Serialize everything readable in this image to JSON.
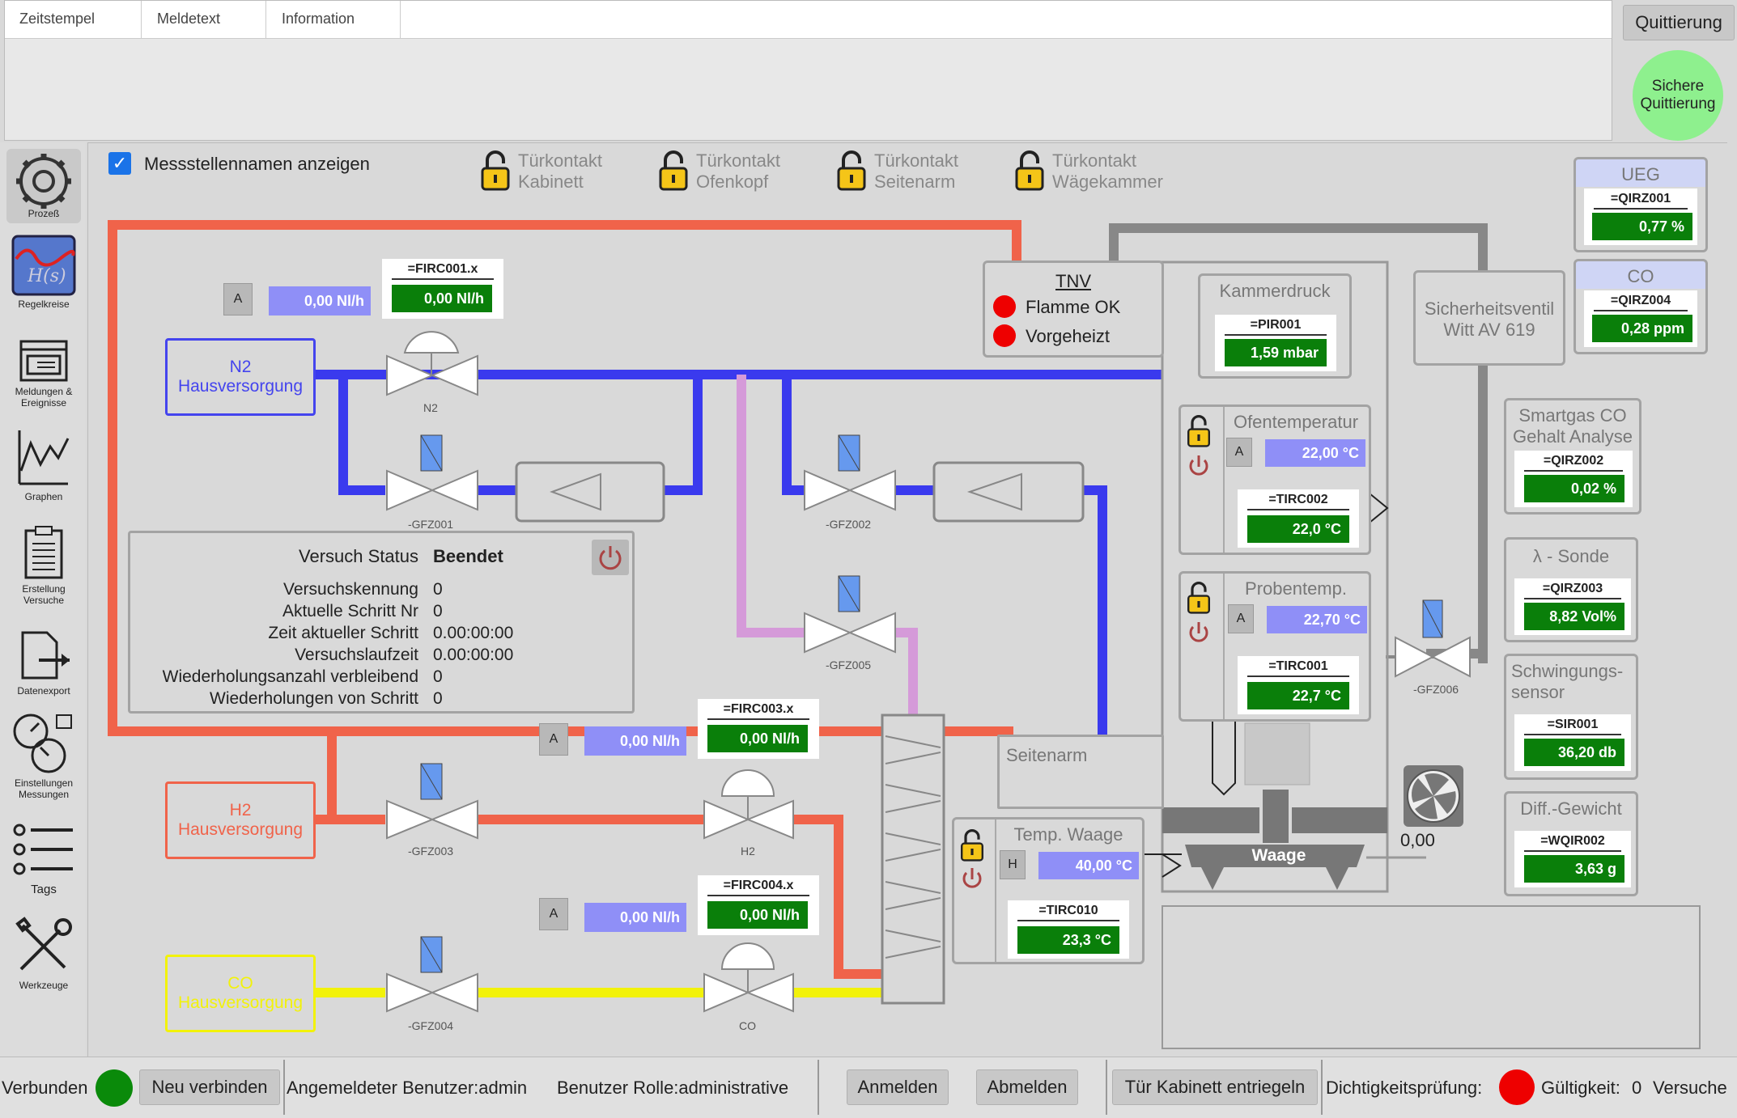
{
  "alarm_table": {
    "columns": [
      "Zeitstempel",
      "Meldetext",
      "Information"
    ]
  },
  "quittierung": {
    "label": "Quittierung",
    "safe_label_1": "Sichere",
    "safe_label_2": "Quittierung"
  },
  "sidebar": {
    "items": [
      {
        "label": "Prozeß"
      },
      {
        "label": "Regelkreise"
      },
      {
        "label": "Meldungen & Ereignisse"
      },
      {
        "label": "Graphen"
      },
      {
        "label": "Erstellung Versuche"
      },
      {
        "label": "Datenexport"
      },
      {
        "label": "Einstellungen Messungen"
      },
      {
        "label": "Tags"
      },
      {
        "label": "Werkzeuge"
      }
    ]
  },
  "show_names": {
    "label": "Messstellennamen anzeigen",
    "checked": true
  },
  "doors": [
    {
      "l1": "Türkontakt",
      "l2": "Kabinett"
    },
    {
      "l1": "Türkontakt",
      "l2": "Ofenkopf"
    },
    {
      "l1": "Türkontakt",
      "l2": "Seitenarm"
    },
    {
      "l1": "Türkontakt",
      "l2": "Wägekammer"
    }
  ],
  "supplies": {
    "n2_1": "N2",
    "n2_2": "Hausversorgung",
    "h2_1": "H2",
    "h2_2": "Hausversorgung",
    "co_1": "CO",
    "co_2": "Hausversorgung"
  },
  "flows": {
    "n2": {
      "mode": "A",
      "setpoint": "0,00  Nl/h",
      "tag": "=FIRC001.x",
      "value": "0,00  Nl/h",
      "valve": "N2"
    },
    "h2": {
      "mode": "A",
      "setpoint": "0,00  Nl/h",
      "tag": "=FIRC003.x",
      "value": "0,00  Nl/h",
      "valve": "H2"
    },
    "co": {
      "mode": "A",
      "setpoint": "0,00  Nl/h",
      "tag": "=FIRC004.x",
      "value": "0,00  Nl/h",
      "valve": "CO"
    }
  },
  "valves": {
    "gfz001": "-GFZ001",
    "gfz002": "-GFZ002",
    "gfz003": "-GFZ003",
    "gfz004": "-GFZ004",
    "gfz005": "-GFZ005",
    "gfz006": "-GFZ006"
  },
  "tnv": {
    "title": "TNV",
    "flame": "Flamme OK",
    "preheated": "Vorgeheizt"
  },
  "kammerdruck": {
    "title": "Kammerdruck",
    "tag": "=PIR001",
    "value": "1,59  mbar"
  },
  "sicherheitsventil": {
    "l1": "Sicherheitsventil",
    "l2": "Witt AV 619"
  },
  "ofentemp": {
    "title": "Ofentemperatur",
    "mode": "A",
    "setpoint": "22,00  °C",
    "tag": "=TIRC002",
    "value": "22,0  °C"
  },
  "probentemp": {
    "title": "Probentemp.",
    "mode": "A",
    "setpoint": "22,70  °C",
    "tag": "=TIRC001",
    "value": "22,7  °C"
  },
  "tempwaage": {
    "title": "Temp. Waage",
    "mode": "H",
    "setpoint": "40,00  °C",
    "tag": "=TIRC010",
    "value": "23,3  °C"
  },
  "seitenarm": {
    "title": "Seitenarm"
  },
  "waage": {
    "label": "Waage",
    "fan_value": "0,00"
  },
  "ueg": {
    "title": "UEG",
    "tag": "=QIRZ001",
    "value": "0,77  %"
  },
  "co_meas": {
    "title": "CO",
    "tag": "=QIRZ004",
    "value": "0,28  ppm"
  },
  "smartgas": {
    "l1": "Smartgas CO",
    "l2": "Gehalt Analyse",
    "tag": "=QIRZ002",
    "value": "0,02  %"
  },
  "lambda": {
    "title": "λ - Sonde",
    "tag": "=QIRZ003",
    "value": "8,82  Vol%"
  },
  "schwingung": {
    "l1": "Schwingungs-",
    "l2": "sensor",
    "tag": "=SIR001",
    "value": "36,20  db"
  },
  "diffgewicht": {
    "title": "Diff.-Gewicht",
    "tag": "=WQIR002",
    "value": "3,63  g"
  },
  "versuch": {
    "status_label": "Versuch Status",
    "status_value": "Beendet",
    "rows": [
      {
        "k": "Versuchskennung",
        "v": "0"
      },
      {
        "k": "Aktuelle Schritt Nr",
        "v": "0"
      },
      {
        "k": "Zeit aktueller Schritt",
        "v": "0.00:00:00"
      },
      {
        "k": "Versuchslaufzeit",
        "v": "0.00:00:00"
      },
      {
        "k": "Wiederholungsanzahl verbleibend",
        "v": "0"
      },
      {
        "k": "Wiederholungen von Schritt",
        "v": "0"
      }
    ]
  },
  "footer": {
    "connected": "Verbunden",
    "reconnect": "Neu verbinden",
    "user": "Angemeldeter Benutzer:admin",
    "role": "Benutzer Rolle:administrative",
    "login": "Anmelden",
    "logout": "Abmelden",
    "unlock": "Tür Kabinett entriegeln",
    "leak": "Dichtigkeitsprüfung:",
    "validity": "Gültigkeit:",
    "count": "0",
    "attempts": "Versuche"
  },
  "colors": {
    "n2": "#3a3aee",
    "h2": "#f0634a",
    "co": "#f2f20a",
    "pink": "#d59ad9",
    "gray": "#888888",
    "green": "#0a7f0a",
    "blue_val": "#8f8ff7"
  }
}
